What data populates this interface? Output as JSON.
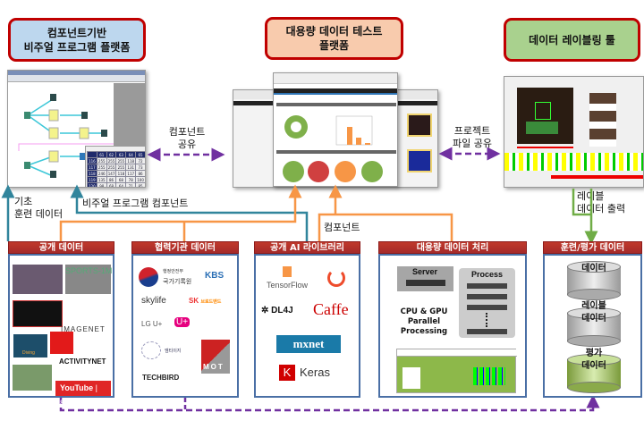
{
  "titles": {
    "visual_platform": "컴포넌트기반\n비주얼 프로그램 플랫폼",
    "test_platform": "대용량 데이터 테스트\n플랫폼",
    "labeling_tool": "데이터 레이블링 툴"
  },
  "connectors": {
    "component_share": "컴포넌트\n공유",
    "project_share": "프로젝트\n파일 공유",
    "basic_training_data": "기초\n훈련 데이터",
    "visual_program_component": "비주얼 프로그램 컴포넌트",
    "component": "컴포넌트",
    "label_data_output": "레이블\n데이터 출력"
  },
  "sections": {
    "public_data": {
      "title": "공개 데이터",
      "items": [
        "SPORTS-1M",
        "IMAGENET",
        "ACTIVITYNET",
        "Diving",
        "YouTube",
        "8M"
      ]
    },
    "partner_data": {
      "title": "협력기관 데이터",
      "items": [
        "행정안전부",
        "국가기록원",
        "KBS",
        "skylife",
        "SK",
        "브로드밴드",
        "LG U+",
        "U+",
        "엠티이지",
        "MOT",
        "TECHBIRD"
      ]
    },
    "ai_library": {
      "title": "공개 AI 라이브러리",
      "items": [
        "TensorFlow",
        "DL4J",
        "Caffe",
        "mxnet",
        "K",
        "Keras"
      ]
    },
    "big_data": {
      "title": "대용량 데이터 처리",
      "server": "Server",
      "process": "Process",
      "parallel": "CPU & GPU\nParallel Processing"
    },
    "train_eval": {
      "title": "훈련/평가 데이터",
      "db": [
        "데이터",
        "레이블\n데이터",
        "평가\n데이터"
      ]
    }
  },
  "visual_shot": {
    "table_header": [
      "61",
      "62",
      "63",
      "64",
      "65"
    ],
    "table_rows": [
      [
        "116",
        "255",
        "255",
        "255",
        "118",
        "72"
      ],
      [
        "117",
        "255",
        "255",
        "255",
        "131",
        "73"
      ],
      [
        "118",
        "246",
        "147",
        "118",
        "117",
        "86"
      ],
      [
        "119",
        "135",
        "86",
        "68",
        "78",
        "100"
      ],
      [
        "120",
        "98",
        "68",
        "64",
        "71",
        "85"
      ]
    ]
  },
  "colors": {
    "title_border": "#c00000",
    "blue_box": "#bdd7ee",
    "peach_box": "#f8cbad",
    "green_box": "#a9d18e",
    "teal_line": "#31859c",
    "orange_line": "#f79646",
    "purple_dash": "#7030a0",
    "green_line": "#70ad47"
  }
}
